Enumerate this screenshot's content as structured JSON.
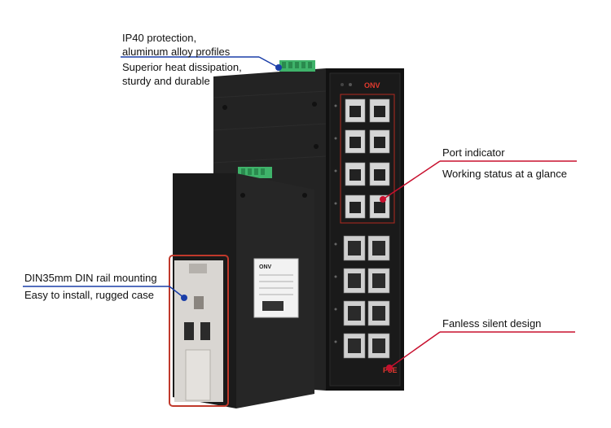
{
  "callouts": {
    "top": {
      "line1": "IP40 protection,",
      "line2": "aluminum alloy profiles",
      "line3": "Superior heat dissipation,",
      "line4": "sturdy and durable"
    },
    "port": {
      "title": "Port indicator",
      "subtitle": "Working status at a glance"
    },
    "din": {
      "title": "DIN35mm DIN rail mounting",
      "subtitle": "Easy to install, rugged case"
    },
    "fanless": {
      "title": "Fanless silent design"
    }
  },
  "product": {
    "brand": "ONV",
    "front_brand": "ONV",
    "poe_label": "PoE"
  },
  "colors": {
    "blue_line": "#1a3ea8",
    "red_line": "#c8102e",
    "device_body": "#1e1e1e",
    "front_panel": "#111111",
    "terminal_green": "#3fb36a",
    "din_clip": "#d9d6d2",
    "din_border": "#c0392b"
  }
}
